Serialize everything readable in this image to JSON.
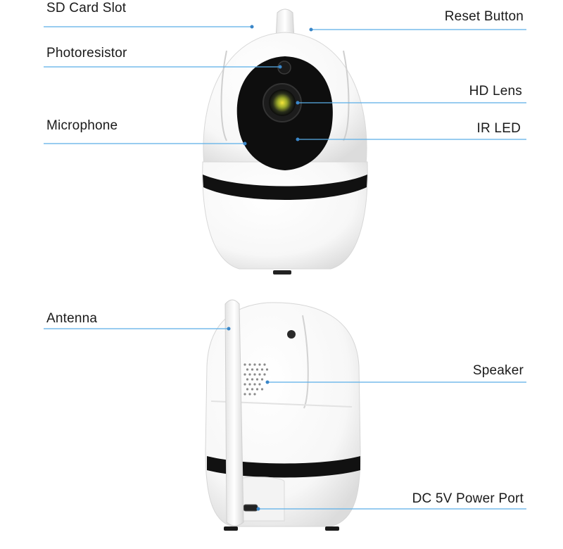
{
  "colors": {
    "leader_line": "#5aaee8",
    "dot": "#3a86c8",
    "body": "#ffffff",
    "body_shadow": "#e6e6e6",
    "band": "#111111",
    "lens_ring": "#0e0e0e"
  },
  "callouts": {
    "sd_card_slot": "SD Card Slot",
    "reset_button": "Reset Button",
    "photoresistor": "Photoresistor",
    "hd_lens": "HD Lens",
    "microphone": "Microphone",
    "ir_led": "IR LED",
    "antenna": "Antenna",
    "speaker": "Speaker",
    "dc_power_port": "DC 5V Power Port"
  }
}
